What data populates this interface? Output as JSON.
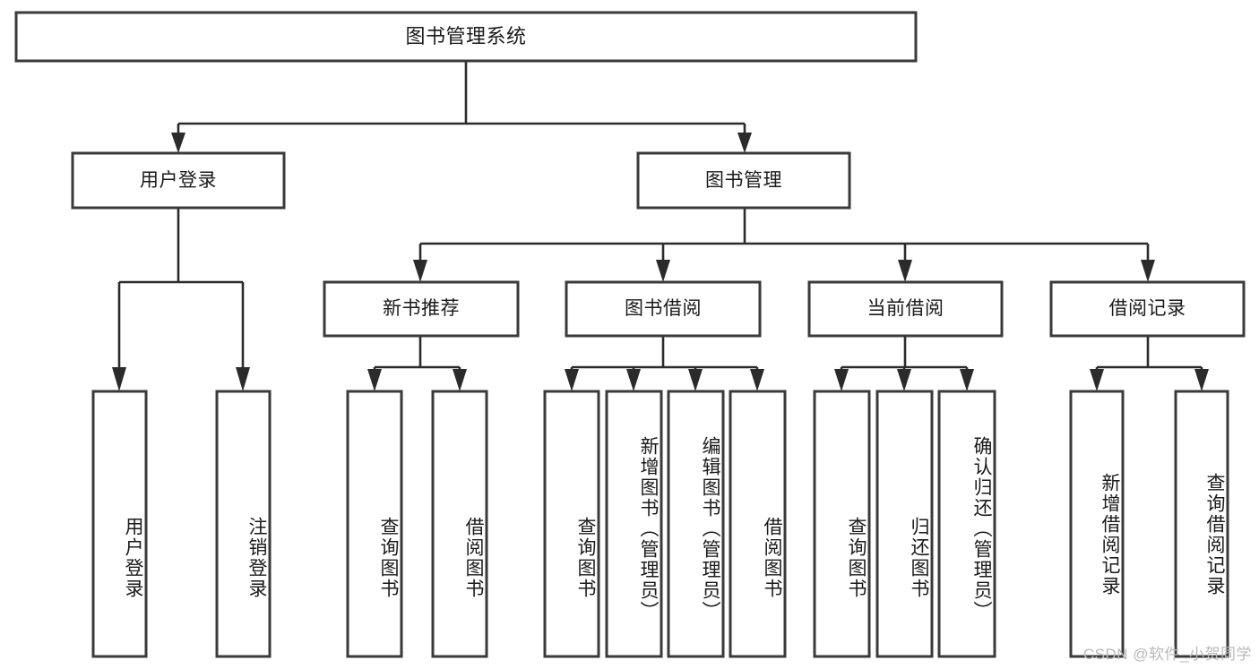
{
  "diagram": {
    "title": "图书管理系统",
    "type": "tree-hierarchy-diagram",
    "watermark": "CSDN @软件_小贺同学",
    "colors": {
      "box_stroke": "#3a3a3a",
      "box_fill": "#ffffff",
      "connector": "#2b2b2b",
      "text": "#1a1a1a",
      "watermark": "#b9b9b9",
      "background": "#ffffff"
    },
    "nodes": {
      "root": {
        "label": "图书管理系统",
        "orientation": "horizontal",
        "level": 0
      },
      "user_login": {
        "label": "用户登录",
        "orientation": "horizontal",
        "level": 1
      },
      "book_manage": {
        "label": "图书管理",
        "orientation": "horizontal",
        "level": 1
      },
      "new_book_rec": {
        "label": "新书推荐",
        "orientation": "horizontal",
        "level": 2
      },
      "book_borrow": {
        "label": "图书借阅",
        "orientation": "horizontal",
        "level": 2
      },
      "current_borrow": {
        "label": "当前借阅",
        "orientation": "horizontal",
        "level": 2
      },
      "borrow_record": {
        "label": "借阅记录",
        "orientation": "horizontal",
        "level": 2
      },
      "leaf_user_login": {
        "label": "用户登录",
        "orientation": "vertical",
        "level": 3
      },
      "leaf_logout": {
        "label": "注销登录",
        "orientation": "vertical",
        "level": 3
      },
      "leaf_query_book_1": {
        "label": "查询图书",
        "orientation": "vertical",
        "level": 3
      },
      "leaf_borrow_book_1": {
        "label": "借阅图书",
        "orientation": "vertical",
        "level": 3
      },
      "leaf_query_book_2": {
        "label": "查询图书",
        "orientation": "vertical",
        "level": 3
      },
      "leaf_add_book": {
        "label": "新增图书（管理员）",
        "orientation": "vertical",
        "level": 3
      },
      "leaf_edit_book": {
        "label": "编辑图书（管理员）",
        "orientation": "vertical",
        "level": 3
      },
      "leaf_borrow_book_2": {
        "label": "借阅图书",
        "orientation": "vertical",
        "level": 3
      },
      "leaf_query_book_3": {
        "label": "查询图书",
        "orientation": "vertical",
        "level": 3
      },
      "leaf_return_book": {
        "label": "归还图书",
        "orientation": "vertical",
        "level": 3
      },
      "leaf_confirm_return": {
        "label": "确认归还（管理员）",
        "orientation": "vertical",
        "level": 3
      },
      "leaf_add_record": {
        "label": "新增借阅记录",
        "orientation": "vertical",
        "level": 3
      },
      "leaf_query_record": {
        "label": "查询借阅记录",
        "orientation": "vertical",
        "level": 3
      }
    },
    "edges": [
      {
        "from": "root",
        "to": "user_login"
      },
      {
        "from": "root",
        "to": "book_manage"
      },
      {
        "from": "user_login",
        "to": "leaf_user_login"
      },
      {
        "from": "user_login",
        "to": "leaf_logout"
      },
      {
        "from": "book_manage",
        "to": "new_book_rec"
      },
      {
        "from": "book_manage",
        "to": "book_borrow"
      },
      {
        "from": "book_manage",
        "to": "current_borrow"
      },
      {
        "from": "book_manage",
        "to": "borrow_record"
      },
      {
        "from": "new_book_rec",
        "to": "leaf_query_book_1"
      },
      {
        "from": "new_book_rec",
        "to": "leaf_borrow_book_1"
      },
      {
        "from": "book_borrow",
        "to": "leaf_query_book_2"
      },
      {
        "from": "book_borrow",
        "to": "leaf_add_book"
      },
      {
        "from": "book_borrow",
        "to": "leaf_edit_book"
      },
      {
        "from": "book_borrow",
        "to": "leaf_borrow_book_2"
      },
      {
        "from": "current_borrow",
        "to": "leaf_query_book_3"
      },
      {
        "from": "current_borrow",
        "to": "leaf_return_book"
      },
      {
        "from": "current_borrow",
        "to": "leaf_confirm_return"
      },
      {
        "from": "borrow_record",
        "to": "leaf_add_record"
      },
      {
        "from": "borrow_record",
        "to": "leaf_query_record"
      }
    ]
  }
}
